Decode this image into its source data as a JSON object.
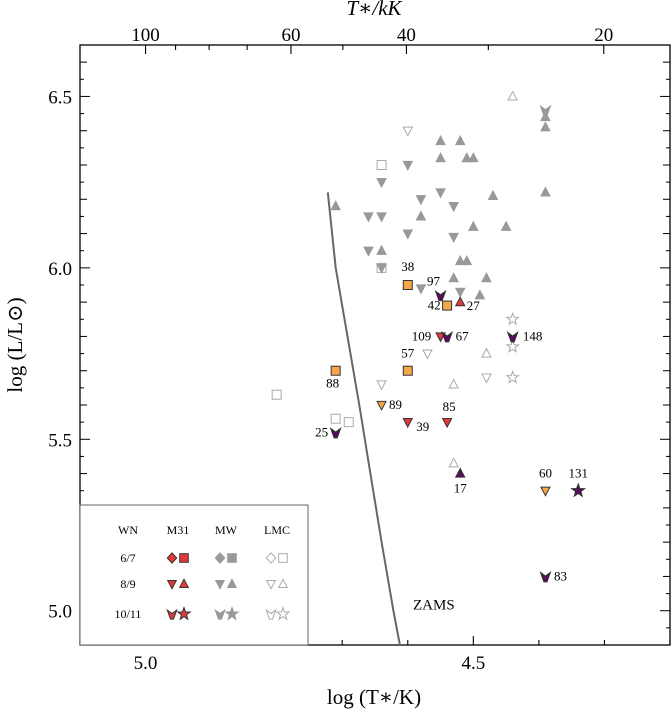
{
  "chart_data": {
    "type": "scatter",
    "top_axis_label": "T∗/kK",
    "xlabel": "log (T∗/K)",
    "ylabel": "log (L/L⊙)",
    "xlim": [
      5.1,
      4.2
    ],
    "ylim": [
      4.9,
      6.65
    ],
    "x_ticks": [
      {
        "v": 5.0,
        "label": "5.0"
      },
      {
        "v": 4.5,
        "label": "4.5"
      }
    ],
    "y_ticks": [
      {
        "v": 5.0,
        "label": "5.0"
      },
      {
        "v": 5.5,
        "label": "5.5"
      },
      {
        "v": 6.0,
        "label": "6.0"
      },
      {
        "v": 6.5,
        "label": "6.5"
      }
    ],
    "top_ticks": [
      {
        "v": 100,
        "label": "100"
      },
      {
        "v": 60,
        "label": "60"
      },
      {
        "v": 40,
        "label": "40"
      },
      {
        "v": 20,
        "label": "20"
      }
    ],
    "colors": {
      "fill_orange": "#f5a84a",
      "fill_red": "#e03a3a",
      "fill_purple": "#5a0a5a",
      "gray": "#999999",
      "hollow": "#aaaaaa",
      "line": "#666666",
      "frame": "#000000"
    },
    "zams": {
      "label": "ZAMS",
      "points": [
        [
          4.722,
          6.22
        ],
        [
          4.71,
          6.0
        ],
        [
          4.692,
          5.8
        ],
        [
          4.674,
          5.6
        ],
        [
          4.657,
          5.4
        ],
        [
          4.64,
          5.2
        ],
        [
          4.622,
          5.0
        ],
        [
          4.612,
          4.9
        ]
      ]
    },
    "legend": {
      "headers": [
        "WN",
        "M31",
        "MW",
        "LMC"
      ],
      "rows": [
        "6/7",
        "8/9",
        "10/11"
      ]
    },
    "mw_points": [
      {
        "x": 4.71,
        "y": 6.18,
        "m": "tri_up"
      },
      {
        "x": 4.66,
        "y": 6.15,
        "m": "tri_down"
      },
      {
        "x": 4.64,
        "y": 6.15,
        "m": "tri_down"
      },
      {
        "x": 4.64,
        "y": 6.25,
        "m": "tri_down"
      },
      {
        "x": 4.66,
        "y": 6.05,
        "m": "tri_down"
      },
      {
        "x": 4.64,
        "y": 6.05,
        "m": "tri_up"
      },
      {
        "x": 4.64,
        "y": 6.0,
        "m": "tri_down"
      },
      {
        "x": 4.58,
        "y": 6.15,
        "m": "tri_up"
      },
      {
        "x": 4.58,
        "y": 6.2,
        "m": "tri_down"
      },
      {
        "x": 4.6,
        "y": 6.3,
        "m": "tri_down"
      },
      {
        "x": 4.6,
        "y": 6.1,
        "m": "tri_down"
      },
      {
        "x": 4.55,
        "y": 6.37,
        "m": "tri_up"
      },
      {
        "x": 4.55,
        "y": 6.32,
        "m": "tri_up"
      },
      {
        "x": 4.55,
        "y": 6.22,
        "m": "tri_down"
      },
      {
        "x": 4.52,
        "y": 6.37,
        "m": "tri_up"
      },
      {
        "x": 4.51,
        "y": 6.32,
        "m": "tri_up"
      },
      {
        "x": 4.5,
        "y": 6.32,
        "m": "tri_up"
      },
      {
        "x": 4.53,
        "y": 6.18,
        "m": "tri_down"
      },
      {
        "x": 4.5,
        "y": 6.12,
        "m": "tri_up"
      },
      {
        "x": 4.47,
        "y": 6.21,
        "m": "tri_up"
      },
      {
        "x": 4.45,
        "y": 6.12,
        "m": "tri_up"
      },
      {
        "x": 4.53,
        "y": 6.09,
        "m": "tri_down"
      },
      {
        "x": 4.52,
        "y": 6.02,
        "m": "tri_up"
      },
      {
        "x": 4.51,
        "y": 6.02,
        "m": "tri_up"
      },
      {
        "x": 4.53,
        "y": 5.97,
        "m": "tri_up"
      },
      {
        "x": 4.48,
        "y": 5.97,
        "m": "tri_up"
      },
      {
        "x": 4.49,
        "y": 5.92,
        "m": "tri_up"
      },
      {
        "x": 4.52,
        "y": 5.93,
        "m": "tri_down"
      },
      {
        "x": 4.58,
        "y": 5.94,
        "m": "tri_down"
      },
      {
        "x": 4.39,
        "y": 6.44,
        "m": "tri_up"
      },
      {
        "x": 4.39,
        "y": 6.41,
        "m": "tri_up"
      },
      {
        "x": 4.39,
        "y": 6.22,
        "m": "tri_up"
      },
      {
        "x": 4.39,
        "y": 6.46,
        "m": "arrow_down"
      }
    ],
    "lmc_points": [
      {
        "x": 4.6,
        "y": 6.4,
        "m": "tri_down"
      },
      {
        "x": 4.64,
        "y": 6.3,
        "m": "square"
      },
      {
        "x": 4.64,
        "y": 6.0,
        "m": "square"
      },
      {
        "x": 4.8,
        "y": 5.63,
        "m": "square"
      },
      {
        "x": 4.71,
        "y": 5.56,
        "m": "square"
      },
      {
        "x": 4.69,
        "y": 5.55,
        "m": "square"
      },
      {
        "x": 4.64,
        "y": 5.66,
        "m": "tri_down"
      },
      {
        "x": 4.57,
        "y": 5.75,
        "m": "tri_down"
      },
      {
        "x": 4.53,
        "y": 5.66,
        "m": "tri_up"
      },
      {
        "x": 4.53,
        "y": 5.43,
        "m": "tri_up"
      },
      {
        "x": 4.48,
        "y": 5.75,
        "m": "tri_up"
      },
      {
        "x": 4.48,
        "y": 5.68,
        "m": "tri_down"
      },
      {
        "x": 4.44,
        "y": 6.5,
        "m": "tri_up"
      },
      {
        "x": 4.44,
        "y": 5.85,
        "m": "star"
      },
      {
        "x": 4.44,
        "y": 5.77,
        "m": "star"
      },
      {
        "x": 4.44,
        "y": 5.68,
        "m": "star"
      }
    ],
    "m31_points": [
      {
        "id": "38",
        "x": 4.6,
        "y": 5.95,
        "m": "square",
        "c": "fill_orange",
        "lx": 0,
        "ly": -14
      },
      {
        "id": "42",
        "x": 4.54,
        "y": 5.89,
        "m": "square",
        "c": "fill_orange",
        "lx": -13,
        "ly": 4
      },
      {
        "id": "27",
        "x": 4.52,
        "y": 5.9,
        "m": "tri_up",
        "c": "fill_red",
        "lx": 13,
        "ly": 8
      },
      {
        "id": "97",
        "x": 4.55,
        "y": 5.92,
        "m": "arrow_down",
        "c": "fill_purple",
        "lx": -7,
        "ly": -10
      },
      {
        "id": "109",
        "x": 4.55,
        "y": 5.8,
        "m": "tri_down",
        "c": "fill_red",
        "lx": -19,
        "ly": 4
      },
      {
        "id": "67",
        "x": 4.54,
        "y": 5.8,
        "m": "arrow_down",
        "c": "fill_purple",
        "lx": 15,
        "ly": 4
      },
      {
        "id": "57",
        "x": 4.6,
        "y": 5.7,
        "m": "square",
        "c": "fill_orange",
        "lx": 0,
        "ly": -13
      },
      {
        "id": "88",
        "x": 4.71,
        "y": 5.7,
        "m": "square",
        "c": "fill_orange",
        "lx": -3,
        "ly": 17
      },
      {
        "id": "89",
        "x": 4.64,
        "y": 5.6,
        "m": "tri_down",
        "c": "fill_orange",
        "lx": 14,
        "ly": 4
      },
      {
        "id": "25",
        "x": 4.71,
        "y": 5.52,
        "m": "arrow_down",
        "c": "fill_purple",
        "lx": -14,
        "ly": 4
      },
      {
        "id": "39",
        "x": 4.6,
        "y": 5.55,
        "m": "tri_down",
        "c": "fill_red",
        "lx": 15,
        "ly": 9
      },
      {
        "id": "85",
        "x": 4.54,
        "y": 5.55,
        "m": "tri_down",
        "c": "fill_red",
        "lx": 2,
        "ly": -11
      },
      {
        "id": "17",
        "x": 4.52,
        "y": 5.4,
        "m": "tri_up",
        "c": "fill_purple",
        "lx": 0,
        "ly": 19
      },
      {
        "id": "148",
        "x": 4.44,
        "y": 5.8,
        "m": "arrow_down",
        "c": "fill_purple",
        "lx": 20,
        "ly": 4
      },
      {
        "id": "60",
        "x": 4.39,
        "y": 5.35,
        "m": "tri_down",
        "c": "fill_orange",
        "lx": 0,
        "ly": -13
      },
      {
        "id": "131",
        "x": 4.34,
        "y": 5.35,
        "m": "star",
        "c": "fill_purple",
        "lx": 0,
        "ly": -13
      },
      {
        "id": "83",
        "x": 4.39,
        "y": 5.1,
        "m": "arrow_down",
        "c": "fill_purple",
        "lx": 15,
        "ly": 4
      }
    ]
  }
}
